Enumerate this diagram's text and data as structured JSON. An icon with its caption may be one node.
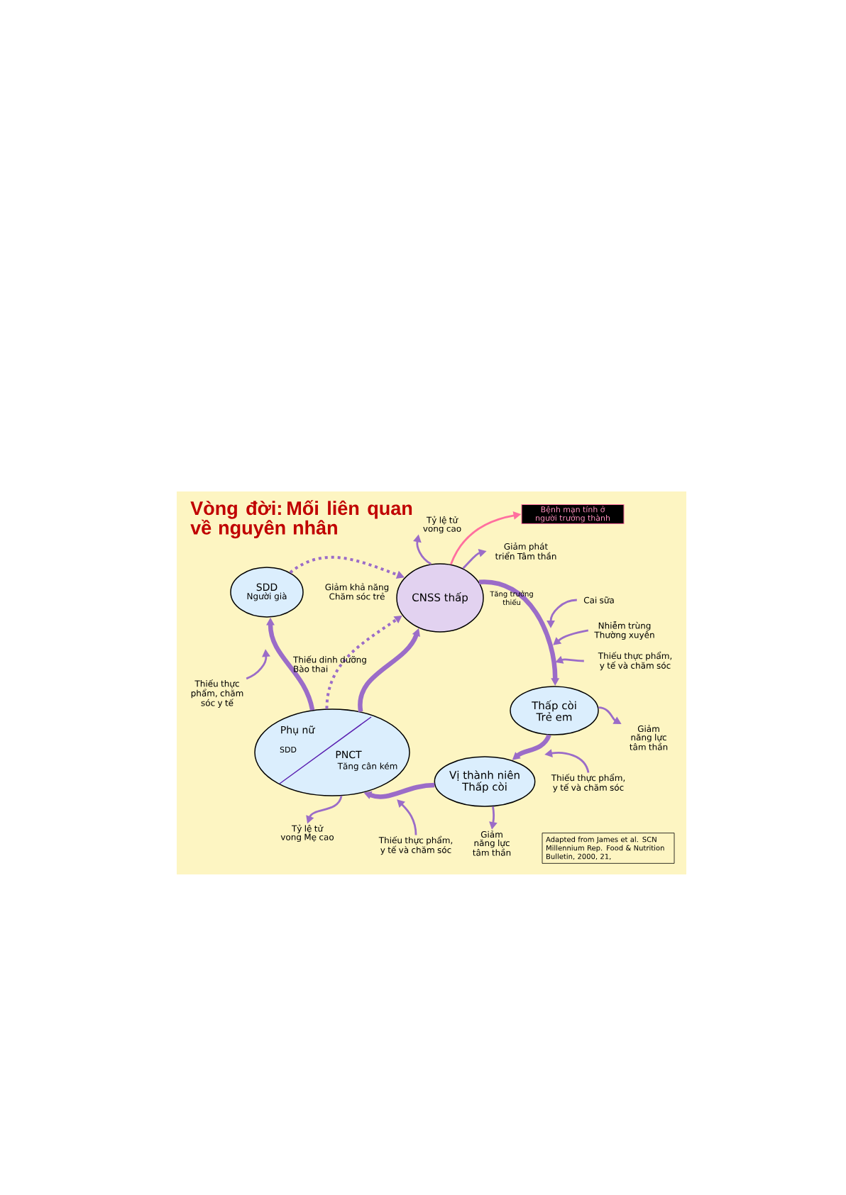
{
  "diagram": {
    "title": "Vòng đời: Mối liên quan về nguyên nhân",
    "nodes": [
      {
        "text": [
          "SDD",
          "Người già"
        ]
      },
      {
        "text": [
          "CNSS thấp"
        ]
      },
      {
        "text": [
          "Thấp còi",
          "Trẻ em"
        ]
      },
      {
        "text": [
          "Vị thành niên",
          "Thấp còi"
        ]
      },
      {
        "text": [
          "Phụ nữ",
          "SDD",
          "PNCT",
          "Tăng cân kém"
        ]
      },
      {
        "text": [
          "Tỷ lệ tử vong cao"
        ]
      },
      {
        "text": [
          "Bệnh mạn tính ở người trưởng thành"
        ]
      },
      {
        "text": [
          "Giảm phát triển Tâm thần"
        ]
      },
      {
        "text": [
          "Cai sữa"
        ]
      },
      {
        "text": [
          "Nhiễm trùng Thường xuyên"
        ]
      },
      {
        "text": [
          "Thiếu thực phẩm, y tế và chăm sóc"
        ]
      },
      {
        "text": [
          "Giảm năng lực tâm thần"
        ]
      },
      {
        "text": [
          "Thiếu thực phẩm, y tế và chăm sóc"
        ]
      },
      {
        "text": [
          "Giảm năng lực tâm thần"
        ]
      },
      {
        "text": [
          "Thiếu thực phẩm, y tế và chăm sóc"
        ]
      },
      {
        "text": [
          "Tỷ lệ tử vong Mẹ cao"
        ]
      },
      {
        "text": [
          "Thiếu thực phẩm, chăm sóc y tế"
        ]
      },
      {
        "text": [
          "Adapted from James et al. SCN Millennium Rep. Food & Nutrition Bulletin, 2000, 21,"
        ]
      }
    ],
    "edges": [
      {
        "from": 4,
        "to": 0,
        "arrow": "to",
        "style": "thick"
      },
      {
        "from": 0,
        "to": 1,
        "arrow": "to",
        "style": "dashed",
        "label": "Giảm khả năng Chăm sóc trẻ"
      },
      {
        "from": 4,
        "to": 1,
        "arrow": "to",
        "style": "dashed",
        "label": "Thiếu dinh dưỡng Bào thai"
      },
      {
        "from": 4,
        "to": 1,
        "arrow": "to",
        "style": "thick"
      },
      {
        "from": 1,
        "to": 5,
        "arrow": "to"
      },
      {
        "from": 1,
        "to": 6,
        "arrow": "to",
        "color": "#ff6f9f"
      },
      {
        "from": 1,
        "to": 7,
        "arrow": "to"
      },
      {
        "from": 1,
        "to": 2,
        "arrow": "to",
        "style": "thick",
        "label": "Tăng trưởng thiếu"
      },
      {
        "from": 2,
        "to": 3,
        "arrow": "to",
        "style": "thick"
      },
      {
        "from": 3,
        "to": 4,
        "arrow": "to",
        "style": "thick"
      },
      {
        "from": 2,
        "to": 11,
        "arrow": "to"
      },
      {
        "from": 3,
        "to": 13,
        "arrow": "to"
      },
      {
        "from": 4,
        "to": 15,
        "arrow": "to"
      },
      {
        "from": 8,
        "to": null,
        "arrow": "to"
      },
      {
        "from": 9,
        "to": null,
        "arrow": "to"
      },
      {
        "from": 10,
        "to": null,
        "arrow": "to"
      },
      {
        "from": 12,
        "to": null,
        "arrow": "to"
      },
      {
        "from": 14,
        "to": null,
        "arrow": "to"
      },
      {
        "from": 16,
        "to": null,
        "arrow": "to"
      }
    ]
  }
}
